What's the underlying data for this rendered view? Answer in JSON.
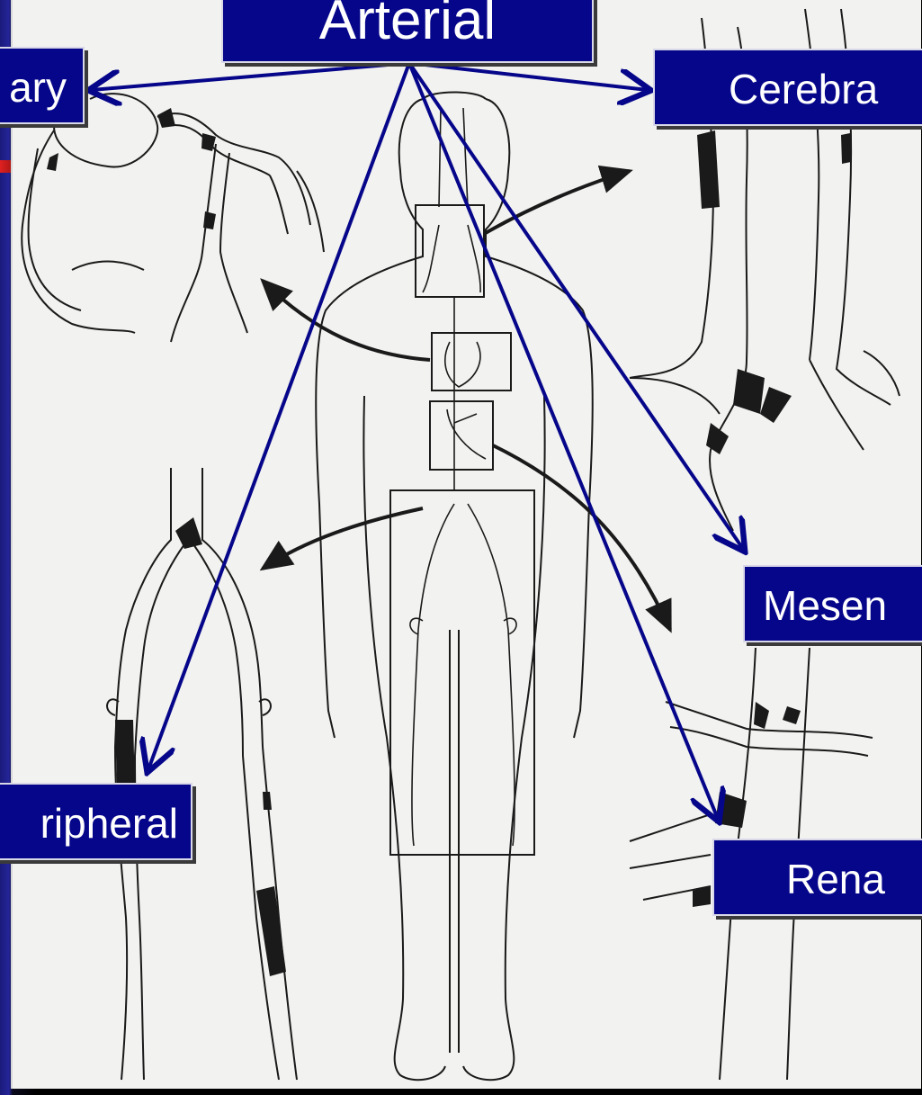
{
  "slide": {
    "title": "Arterial",
    "labels": {
      "coronary": "ary",
      "cerebral": "Cerebra",
      "mesenteric": "Mesen",
      "peripheral": "ripheral",
      "renal": "Rena"
    }
  },
  "colors": {
    "label_fill": "#06068a",
    "pointer_arrow": "#06068a",
    "figure_background": "#f2f2f0",
    "ink": "#1a1a1a"
  }
}
